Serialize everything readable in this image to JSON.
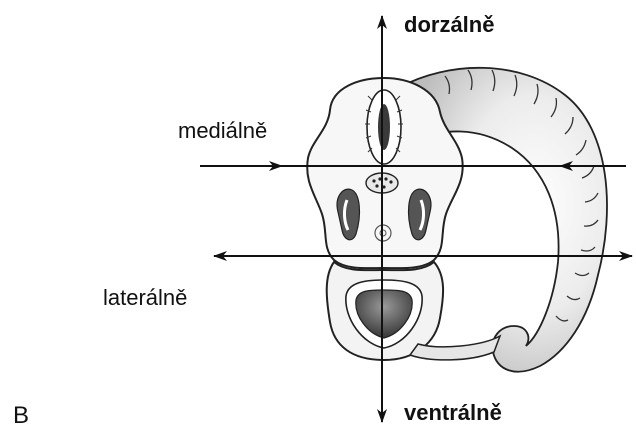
{
  "figure": {
    "panel_letter": "B",
    "labels": {
      "dorsal": "dorzálně",
      "ventral": "ventrálně",
      "medial": "mediálně",
      "lateral": "laterálně"
    }
  },
  "colors": {
    "ink": "#111111",
    "tissue_light": "#f3f3f3",
    "tissue_shade": "#c9c9c9",
    "tissue_dark": "#6a6a6a"
  }
}
